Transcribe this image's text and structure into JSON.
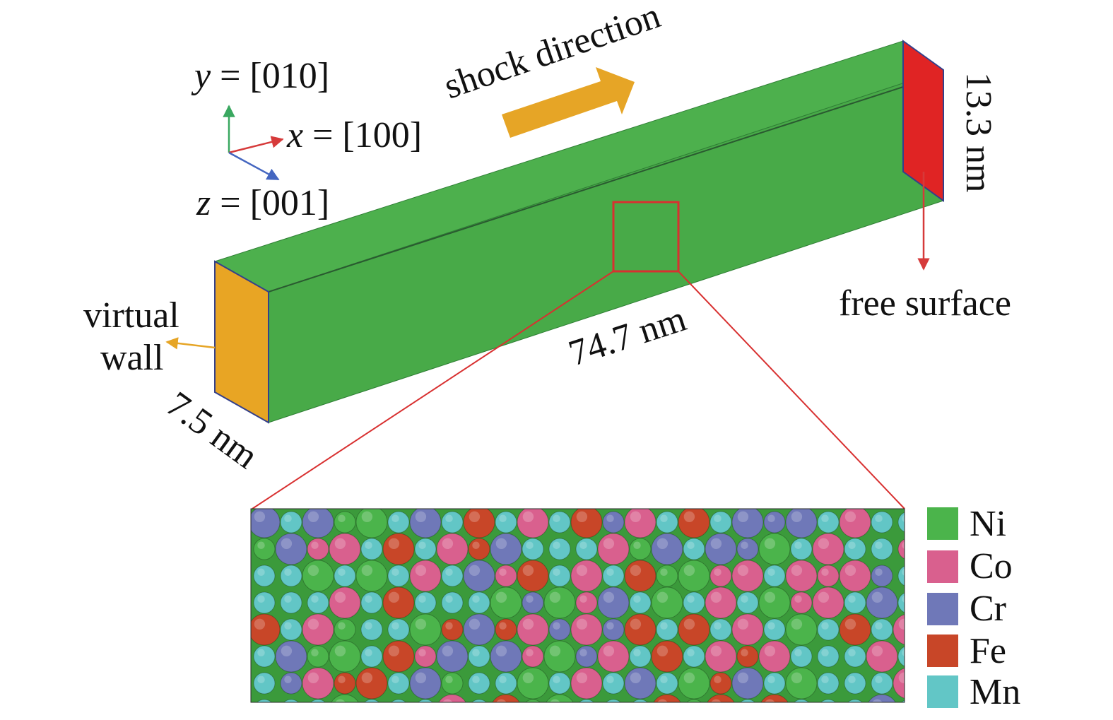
{
  "axes": {
    "y_var": "y",
    "y_dir": " = [010]",
    "x_var": "x",
    "x_dir": " = [100]",
    "z_var": "z",
    "z_dir": " = [001]",
    "colors": {
      "x": "#d63a3a",
      "y": "#3aa860",
      "z": "#4466c0"
    }
  },
  "labels": {
    "shock_direction": "shock direction",
    "height": "13.3 nm",
    "length": "74.7 nm",
    "width": "7.5 nm",
    "virtual_wall_line1": "virtual",
    "virtual_wall_line2": "wall",
    "free_surface": "free surface"
  },
  "colors": {
    "slab": "#4db04d",
    "slab_dark": "#3f9a40",
    "virtual_wall_face": "#e8a524",
    "free_surface_face": "#e02424",
    "arrow": "#e6a526",
    "zoom_line": "#d83030"
  },
  "legend": [
    {
      "element": "Ni",
      "color": "#4bb44b"
    },
    {
      "element": "Co",
      "color": "#d9608e"
    },
    {
      "element": "Cr",
      "color": "#6f78b8"
    },
    {
      "element": "Fe",
      "color": "#c84628"
    },
    {
      "element": "Mn",
      "color": "#62c6c6"
    }
  ],
  "atoms": {
    "large_elements": [
      "Ni",
      "Co",
      "Cr",
      "Fe"
    ],
    "small_element": "Mn"
  }
}
